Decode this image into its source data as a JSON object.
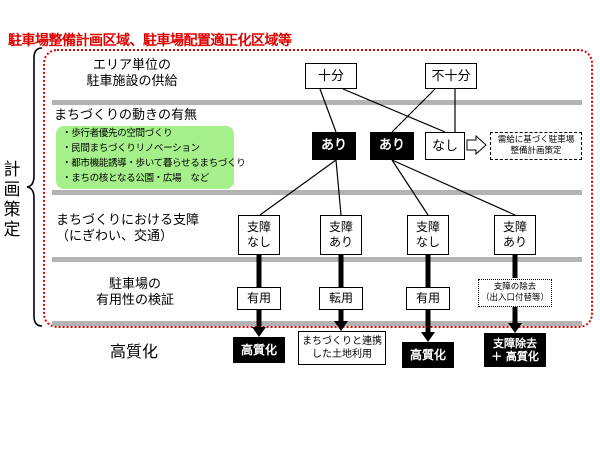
{
  "title": "駐車場整備計画区域、駐車場配置適正化区域等",
  "side_label": "計画策定",
  "rows": {
    "supply": [
      "エリア単位の",
      "駐車施設の供給"
    ],
    "movement": "まちづくりの動きの有無",
    "obstacle": [
      "まちづくりにおける支障",
      "（にぎわい、交通）"
    ],
    "verification": [
      "駐車場の",
      "有用性の検証"
    ],
    "quality": "高質化"
  },
  "movement_examples": [
    "・歩行者優先の空間づくり",
    "・民間まちづくりリノベーション",
    "・都市機能誘導・歩いて暮らせるまちづくり",
    "・まちの核となる公園・広場　など"
  ],
  "supply_boxes": {
    "sufficient": "十分",
    "insufficient": "不十分"
  },
  "movement_boxes": {
    "yes": "あり",
    "no": "なし"
  },
  "conventional": [
    "需給に基づく駐車場",
    "整備計画策定"
  ],
  "obstacle_boxes": {
    "none": [
      "支障",
      "なし"
    ],
    "exists": [
      "支障",
      "あり"
    ]
  },
  "verification_boxes": {
    "useful": "有用",
    "convert": "転用",
    "remove": [
      "支障の除去",
      "（出入口付替等）"
    ]
  },
  "results": {
    "quality": "高質化",
    "land_use": [
      "まちづくりと連携",
      "した土地利用"
    ],
    "remove_quality": [
      "支障除去",
      "＋ 高質化"
    ]
  }
}
